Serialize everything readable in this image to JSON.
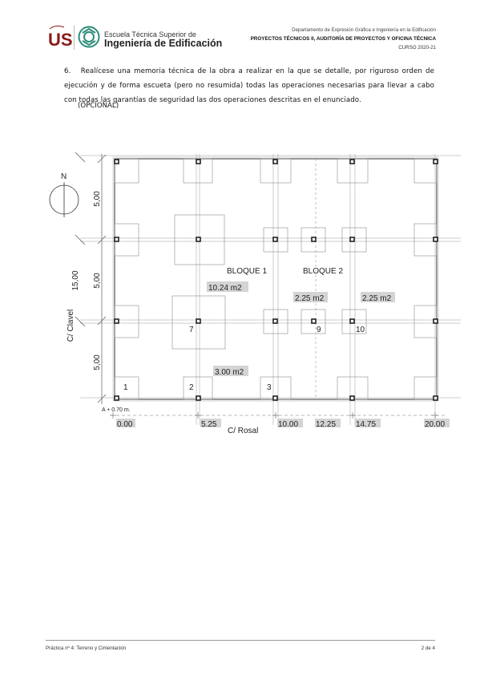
{
  "header": {
    "department": "Departamento de Expresión Gráfica e Ingeniería en la Edificación",
    "course_title": "PROYECTOS TÉCNICOS II, AUDITORÍA DE PROYECTOS Y OFICINA TÉCNICA",
    "course_year": "CURSO 2020-21",
    "school_line1": "Escuela Técnica Superior de",
    "school_line2": "Ingeniería de Edificación",
    "university_logo_text": "US"
  },
  "question": {
    "number": "6.",
    "text": "Realícese una memoria técnica de la obra a realizar en la que se detalle, por riguroso orden de ejecución y de forma escueta (pero no resumida) todas las operaciones necesarias para llevar a cabo con todas las garantías de seguridad las dos operaciones descritas en el enunciado.",
    "optional": "(OPCIONAL)"
  },
  "plan": {
    "north": "N",
    "street_left": "C/ Clavel",
    "street_bottom": "C/ Rosal",
    "dims_left": [
      "5,00",
      "5,00",
      "5,00"
    ],
    "dim_total": "15,00",
    "level": "A + 0.70 m.",
    "x_ticks": [
      "0.00",
      "5.25",
      "10.00",
      "12.25",
      "14.75",
      "20.00"
    ],
    "block1": "BLOQUE 1",
    "block2": "BLOQUE 2",
    "areas": [
      "10.24 m2",
      "3.00 m2",
      "2.25 m2",
      "2.25 m2"
    ],
    "pile_numbers": [
      "1",
      "2",
      "3",
      "7",
      "9",
      "10"
    ]
  },
  "footer": {
    "left": "Práctica nº 4: Terreno y Cimentación",
    "right": "2 de 4"
  }
}
